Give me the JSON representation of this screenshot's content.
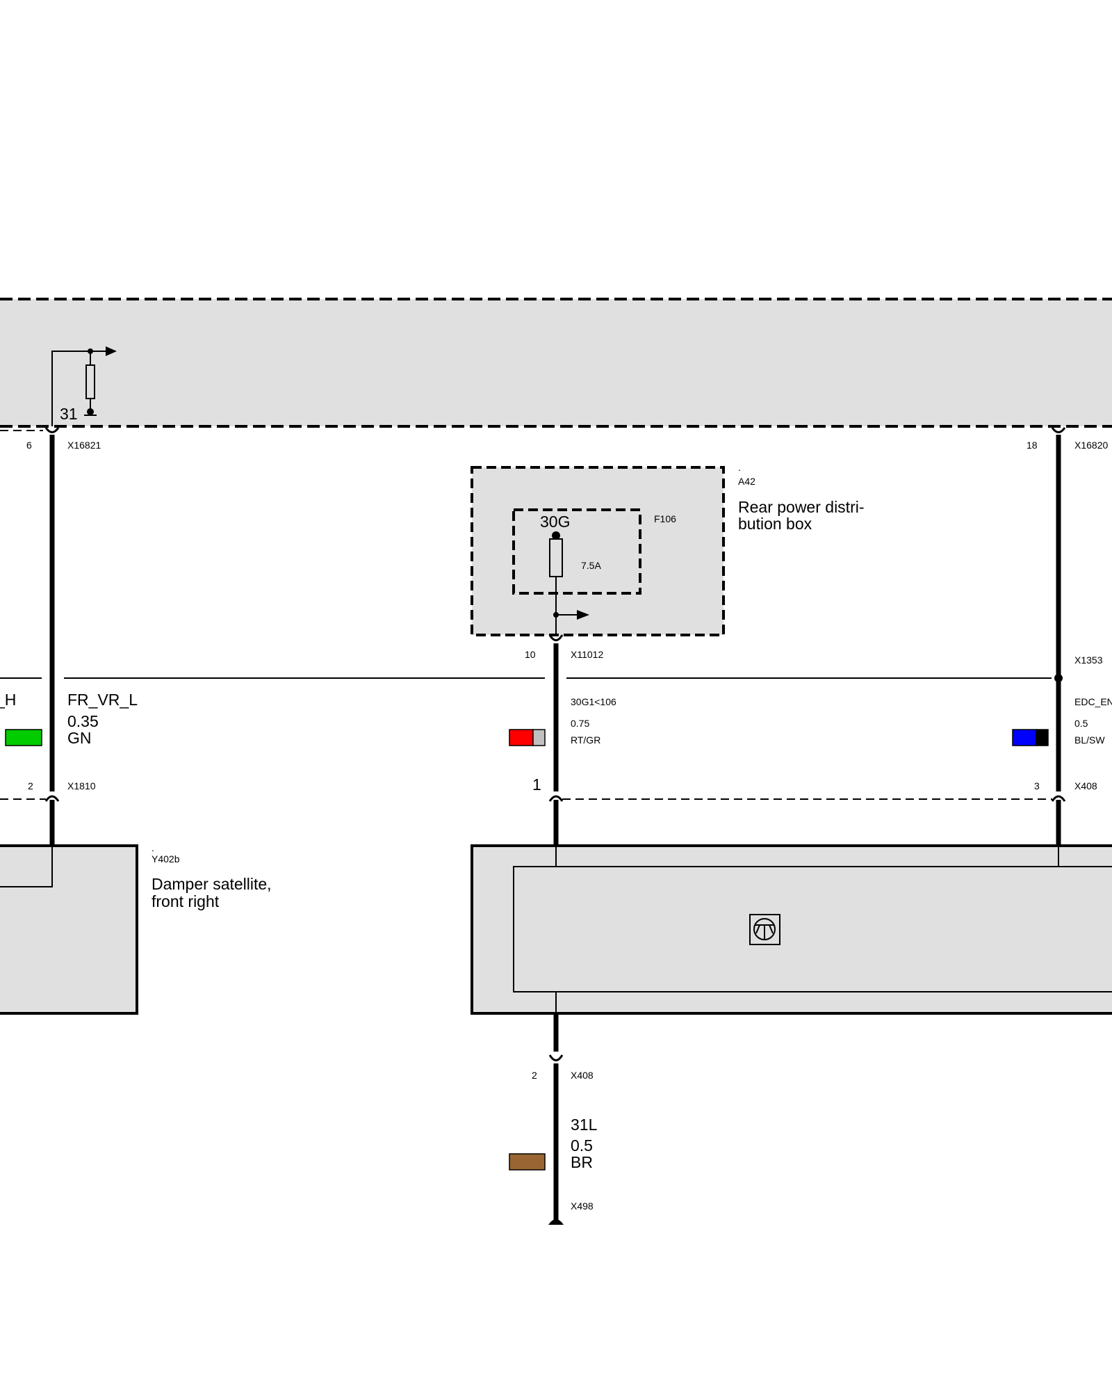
{
  "colors": {
    "module_fill": "#e0e0e0",
    "wire": "#000000",
    "green": "#00cc00",
    "red": "#ff0000",
    "gray": "#c0c0c0",
    "blue": "#0000ff",
    "black": "#000000",
    "brown": "#996633"
  },
  "top_module": {
    "pin_31": "31",
    "left_pin": "6",
    "left_connector": "X16821",
    "right_pin": "18",
    "right_connector": "X16820"
  },
  "distribution_box": {
    "dot": ".",
    "id": "A42",
    "name_line1": "Rear power distri-",
    "name_line2": "bution box",
    "fuse_terminal": "30G",
    "fuse_id": "F106",
    "fuse_rating": "7.5A",
    "out_pin": "10",
    "out_connector": "X11012"
  },
  "wires": {
    "left_cut_label": "_H",
    "fr_vr": {
      "signal": "FR_VR_L",
      "size": "0.35",
      "color_code": "GN"
    },
    "power": {
      "signal": "30G1<106",
      "size": "0.75",
      "color_code": "RT/GR"
    },
    "edc": {
      "signal": "EDC_EN",
      "size": "0.5",
      "color_code": "BL/SW",
      "splice": "X1353"
    },
    "ground": {
      "signal": "31L",
      "size": "0.5",
      "color_code": "BR"
    }
  },
  "damper_satellite": {
    "dot": ".",
    "id": "Y402b",
    "name_line1": "Damper satellite,",
    "name_line2": "front right",
    "pin_left": "2",
    "connector": "X1810"
  },
  "lower_module": {
    "pin_power": "1",
    "pin_edc": "3",
    "connector": "X408",
    "ground_pin": "2",
    "ground_connector": "X408",
    "ground_point": "X498"
  }
}
